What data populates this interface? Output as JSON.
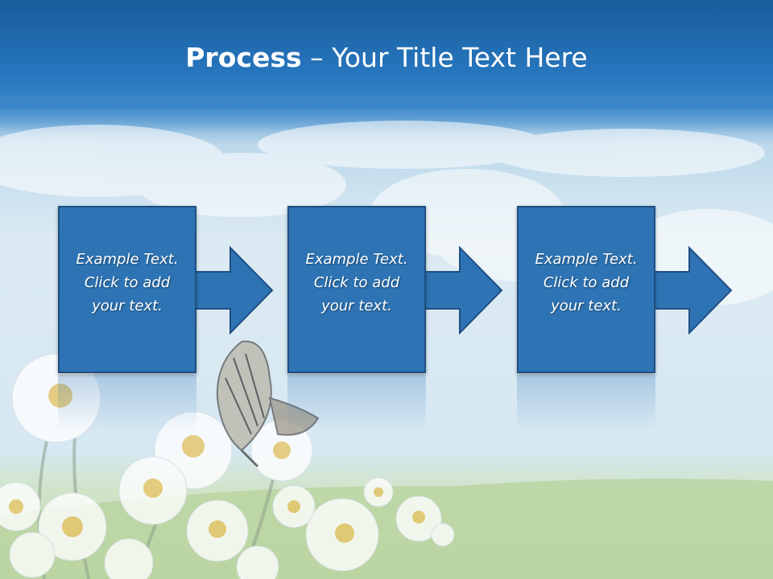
{
  "slide": {
    "title_bold": "Process",
    "title_rest": " – Your Title Text Here"
  },
  "steps": [
    {
      "line1": "Example Text.",
      "line2": "Click  to add",
      "line3": "your text."
    },
    {
      "line1": "Example Text.",
      "line2": "Click  to add",
      "line3": "your text."
    },
    {
      "line1": "Example Text.",
      "line2": "Click  to add",
      "line3": "your text."
    }
  ],
  "colors": {
    "header_blue": "#1b5f9f",
    "box_fill": "#2e74b5",
    "box_border": "#1f4f82",
    "title_text": "#ffffff"
  },
  "icons": [
    "right-arrow-icon",
    "daisy-flower-icon",
    "butterfly-icon"
  ]
}
